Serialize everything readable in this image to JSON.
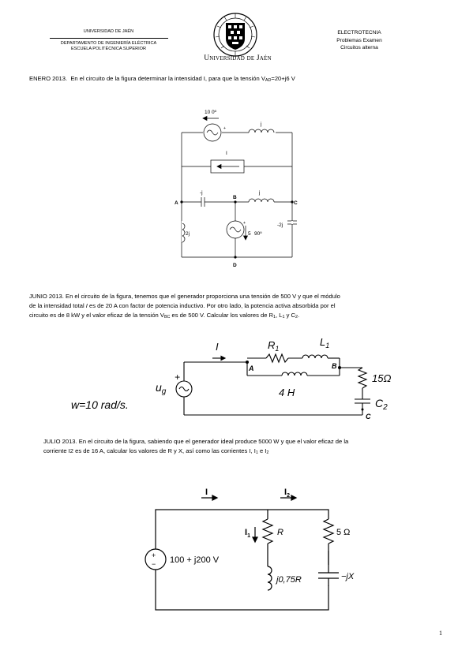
{
  "header": {
    "left_line1": "UNIVERSIDAD DE JAÉN",
    "left_line2": "DEPARTAMENTO DE INGENIERÍA ELÉCTRICA",
    "left_line3": "ESCUELA POLITÉCNICA SUPERIOR",
    "logo_text": "Universidad de Jaén",
    "right_line1": "ELECTROTECNIA",
    "right_line2": "Problemas Examen",
    "right_line3": "Circuitos alterna"
  },
  "problem1": {
    "heading": "ENERO 2013.",
    "text_a": "En el circuito de la figura determinar la intensidad I, para que la tensión V",
    "text_sub": "AD",
    "text_b": "=20+j6 V",
    "fig": {
      "source_label": "10",
      "source_angle": "0º",
      "top_impedance": "j",
      "current_label": "I",
      "cap_left": "-j",
      "ind_mid": "j",
      "node_a": "A",
      "node_b": "B",
      "node_c": "C",
      "node_d": "D",
      "left_impedance": "2j",
      "right_impedance": "-2j",
      "mid_source_label": "5",
      "mid_source_angle": "90º"
    }
  },
  "problem2": {
    "heading": "JUNIO 2013.",
    "line1": "En el circuito de la figura, tenemos que el generador proporciona una tensión de 500 V y que el módulo",
    "line2a": "de la intensidad total ",
    "line2i": "I",
    "line2b": " es de 20 A con factor de potencia inductivo. Por otro lado, la potencia activa absorbida por el",
    "line3a": "circuito es de 8 kW y el valor eficaz de la tensión V",
    "line3sub": "BC",
    "line3b": " es de 500 V. Calcular los valores de R",
    "r_sub": "1",
    "comma": ", L",
    "l_sub": "1",
    "and": " y C",
    "c_sub": "2",
    "end": ".",
    "fig": {
      "omega": "w=10 rad/s.",
      "current": "I",
      "source": "u",
      "source_sub": "g",
      "plus": "+",
      "r1": "R",
      "r1_sub": "1",
      "l1": "L",
      "l1_sub": "1",
      "node_a": "A",
      "node_b": "B",
      "node_c": "C",
      "inductor": "4 H",
      "resistor": "15Ω",
      "cap": "C",
      "cap_sub": "2"
    }
  },
  "problem3": {
    "heading": "JULIO 2013.",
    "line1": "En el circuito de la figura, sabiendo que el generador ideal produce 5000 W y que el valor eficaz de la",
    "line2a": "corriente I2 es de 16 A, calcular los valores de R y X, así como las corrientes I, I",
    "sub1": "1",
    "line2b": " e I",
    "sub2": "2",
    "fig": {
      "current_i": "I",
      "current_i2": "I",
      "current_i2_sub": "2",
      "current_i1": "I",
      "current_i1_sub": "1",
      "source": "100 + j200 V",
      "plus": "+",
      "minus": "−",
      "r": "R",
      "rl": "j0,75R",
      "r5": "5 Ω",
      "cap": "−jX"
    }
  },
  "page_number": "1"
}
